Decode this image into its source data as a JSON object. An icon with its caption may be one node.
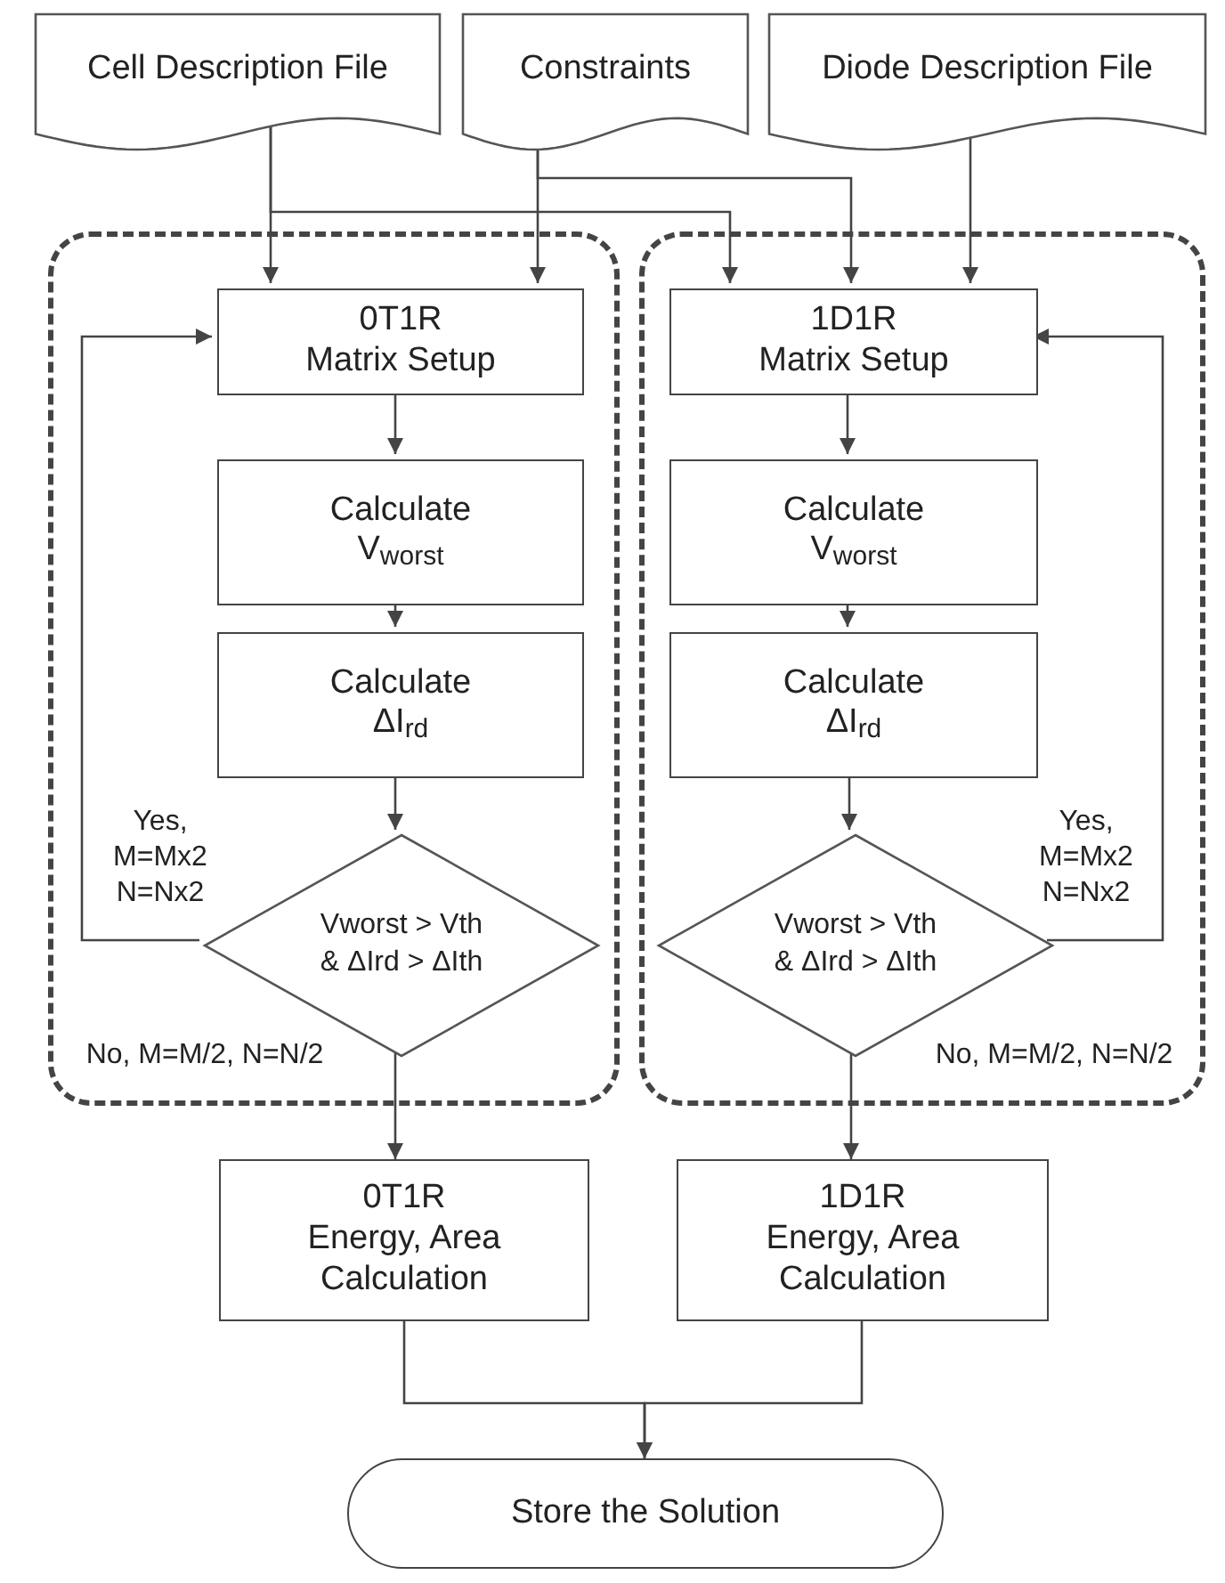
{
  "diagram": {
    "nodes": [
      {
        "text": [
          "Cell Description File"
        ]
      },
      {
        "text": [
          "Constraints"
        ]
      },
      {
        "text": [
          "Diode Description File"
        ]
      },
      {
        "text": [],
        "shape": "box"
      },
      {
        "text": [
          "0T1R",
          "Matrix Setup"
        ],
        "in": 3
      },
      {
        "text": [
          "Calculate",
          "V$_{worst}$"
        ],
        "in": 3
      },
      {
        "text": [
          "Calculate",
          "ΔI$_{rd}$"
        ],
        "in": 3
      },
      {
        "text": [
          "Vworst > Vth & ΔIrd > ΔIth"
        ],
        "in": 3
      },
      {
        "text": [],
        "shape": "box"
      },
      {
        "text": [
          "1D1R",
          "Matrix Setup"
        ],
        "in": 8
      },
      {
        "text": [
          "Calculate",
          "V$_{worst}$"
        ],
        "in": 8
      },
      {
        "text": [
          "Calculate",
          "ΔI$_{rd}$"
        ],
        "in": 8
      },
      {
        "text": [
          "Vworst > Vth & ΔIrd > ΔIth"
        ],
        "in": 8
      },
      {
        "text": [
          "0T1R",
          "Energy, Area Calculation"
        ]
      },
      {
        "text": [
          "1D1R",
          "Energy, Area Calculation"
        ]
      },
      {
        "text": [
          "Store the Solution"
        ]
      }
    ],
    "edges": [
      {
        "from": 0,
        "to": 4,
        "arrow": "to"
      },
      {
        "from": 0,
        "to": 9,
        "arrow": "to"
      },
      {
        "from": 1,
        "to": 4,
        "arrow": "to"
      },
      {
        "from": 1,
        "to": 9,
        "arrow": "to"
      },
      {
        "from": 2,
        "to": 9,
        "arrow": "to"
      },
      {
        "from": 4,
        "to": 5,
        "arrow": "to"
      },
      {
        "from": 5,
        "to": 6,
        "arrow": "to"
      },
      {
        "from": 6,
        "to": 7,
        "arrow": "to"
      },
      {
        "from": 7,
        "to": 4,
        "arrow": "to",
        "label": "Yes, M=Mx2 N=Nx2"
      },
      {
        "from": 7,
        "to": 13,
        "arrow": "to",
        "label": "No, M=M/2, N=N/2"
      },
      {
        "from": 9,
        "to": 10,
        "arrow": "to"
      },
      {
        "from": 10,
        "to": 11,
        "arrow": "to"
      },
      {
        "from": 11,
        "to": 12,
        "arrow": "to"
      },
      {
        "from": 12,
        "to": 9,
        "arrow": "to",
        "label": "Yes, M=Mx2 N=Nx2"
      },
      {
        "from": 12,
        "to": 14,
        "arrow": "to",
        "label": "No, M=M/2, N=N/2"
      },
      {
        "from": 13,
        "to": 15,
        "arrow": "to"
      },
      {
        "from": 14,
        "to": 15,
        "arrow": "to"
      }
    ]
  }
}
